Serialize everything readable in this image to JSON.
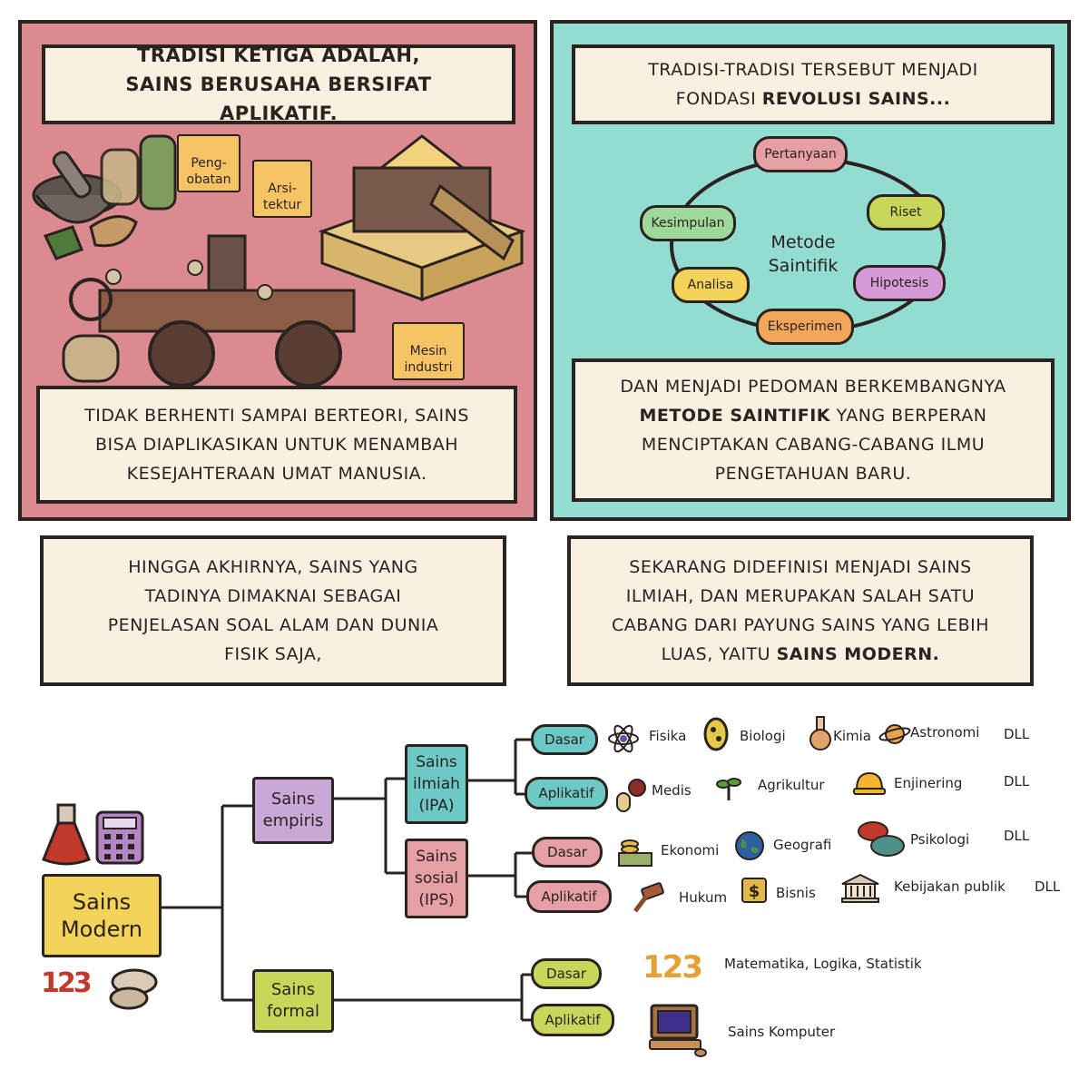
{
  "panel_left": {
    "top_caption": "TRADISI KETIGA ADALAH, SAINS BERUSAHA BERSIFAT APLIKATIF.",
    "tags": {
      "pengobatan": "Peng-\nobatan",
      "arsitektur": "Arsi-\ntektur",
      "mesin": "Mesin\nindustri"
    },
    "bottom_caption": "TIDAK BERHENTI SAMPAI BERTEORI, SAINS BISA DIAPLIKASIKAN UNTUK MENAMBAH KESEJAHTERAAN UMAT MANUSIA.",
    "bg_color": "#db8a90"
  },
  "panel_right": {
    "top_caption_plain": "TRADISI-TRADISI TERSEBUT MENJADI FONDASI",
    "top_caption_bold": "REVOLUSI SAINS...",
    "cycle_center": "Metode\nSaintifik",
    "cycle": {
      "pertanyaan": "Pertanyaan",
      "riset": "Riset",
      "hipotesis": "Hipotesis",
      "eksperimen": "Eksperimen",
      "analisa": "Analisa",
      "kesimpulan": "Kesimpulan"
    },
    "bottom_caption_1": "DAN MENJADI PEDOMAN BERKEMBANGNYA",
    "bottom_caption_bold": "METODE SAINTIFIK",
    "bottom_caption_2": "YANG BERPERAN MENCIPTAKAN CABANG-CABANG ILMU PENGETAHUAN BARU.",
    "bg_color": "#92dcd2"
  },
  "caption_mid_left": "HINGGA AKHIRNYA, SAINS YANG TADINYA DIMAKNAI SEBAGAI PENJELASAN SOAL ALAM DAN DUNIA FISIK SAJA,",
  "caption_mid_right_plain": "SEKARANG DIDEFINISI MENJADI SAINS ILMIAH, DAN MERUPAKAN SALAH SATU CABANG DARI PAYUNG SAINS YANG LEBIH LUAS, YAITU",
  "caption_mid_right_bold": "SAINS MODERN.",
  "tree": {
    "root": "Sains\nModern",
    "empiris": "Sains\nempiris",
    "formal": "Sains\nformal",
    "ipa": "Sains\nilmiah\n(IPA)",
    "ips": "Sains\nsosial\n(IPS)",
    "dasar": "Dasar",
    "aplikatif": "Aplikatif",
    "dll": "DLL",
    "ipa_dasar": [
      "Fisika",
      "Biologi",
      "Kimia",
      "Astronomi"
    ],
    "ipa_aplikatif": [
      "Medis",
      "Agrikultur",
      "Enjinering"
    ],
    "ips_dasar": [
      "Ekonomi",
      "Geografi",
      "Psikologi"
    ],
    "ips_aplikatif": [
      "Hukum",
      "Bisnis",
      "Kebijakan publik"
    ],
    "formal_dasar": "Matematika, Logika, Statistik",
    "formal_aplikatif": "Sains Komputer",
    "numbers_icon": "123"
  },
  "colors": {
    "root": "#f3d35a",
    "empiris": "#c9a8d8",
    "formal": "#c8d65a",
    "ipa": "#6cc9c6",
    "ips": "#e79fa6",
    "caption_bg": "#f8f0e0",
    "tag": "#f6c465"
  }
}
